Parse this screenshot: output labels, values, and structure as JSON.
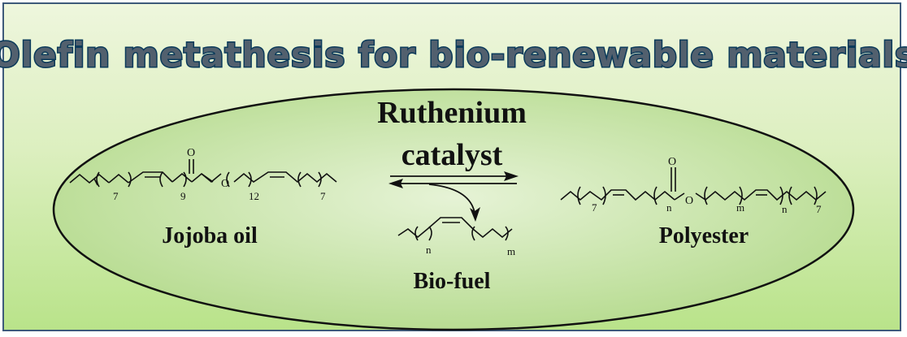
{
  "title": "Olefin metathesis for bio-renewable materials",
  "catalyst": {
    "line1": "Ruthenium",
    "line2": "catalyst"
  },
  "reactant": {
    "label": "Jojoba oil",
    "subscripts": [
      "7",
      "9",
      "12",
      "7"
    ],
    "carbonyl_o": "O",
    "ester_o": "O"
  },
  "byproduct": {
    "label": "Bio-fuel",
    "subscripts": [
      "n",
      "m"
    ]
  },
  "product": {
    "label": "Polyester",
    "subscripts": [
      "7",
      "n",
      "m",
      "n",
      "7"
    ],
    "carbonyl_o": "O",
    "ester_o": "O"
  },
  "colors": {
    "frame_border": "#3e5a7a",
    "background_top": "#eef6dd",
    "background_bottom": "#b9e38a",
    "ellipse_fill": "#cfe8b2",
    "ellipse_stroke": "#111111",
    "title_outline": "#0b3a5a"
  }
}
